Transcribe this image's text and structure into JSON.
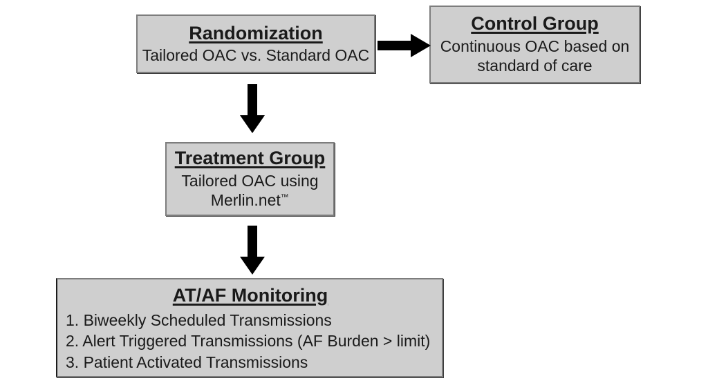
{
  "diagram": {
    "title": "Study design flowchart",
    "colors": {
      "box_fill": "#cfcfcf",
      "box_border": "#7d7d7d",
      "text": "#1a1a1a",
      "arrow": "#000000",
      "background": "#ffffff"
    },
    "nodes": [
      {
        "id": "randomization",
        "title": "Randomization",
        "body": [
          "Tailored OAC vs. Standard OAC"
        ]
      },
      {
        "id": "control",
        "title": "Control Group",
        "body": [
          "Continuous OAC based on",
          "standard of care"
        ]
      },
      {
        "id": "treatment",
        "title": "Treatment Group",
        "body": [
          "Tailored OAC using",
          "Merlin.net"
        ],
        "trademark": "™"
      },
      {
        "id": "monitoring",
        "title": "AT/AF Monitoring",
        "items": [
          "1. Biweekly Scheduled Transmissions",
          "2. Alert Triggered Transmissions (AF Burden > limit)",
          "3. Patient Activated Transmissions"
        ]
      }
    ],
    "arrows": [
      {
        "id": "randomization-to-control",
        "direction": "right"
      },
      {
        "id": "randomization-to-treatment",
        "direction": "down"
      },
      {
        "id": "treatment-to-monitoring",
        "direction": "down"
      }
    ]
  }
}
